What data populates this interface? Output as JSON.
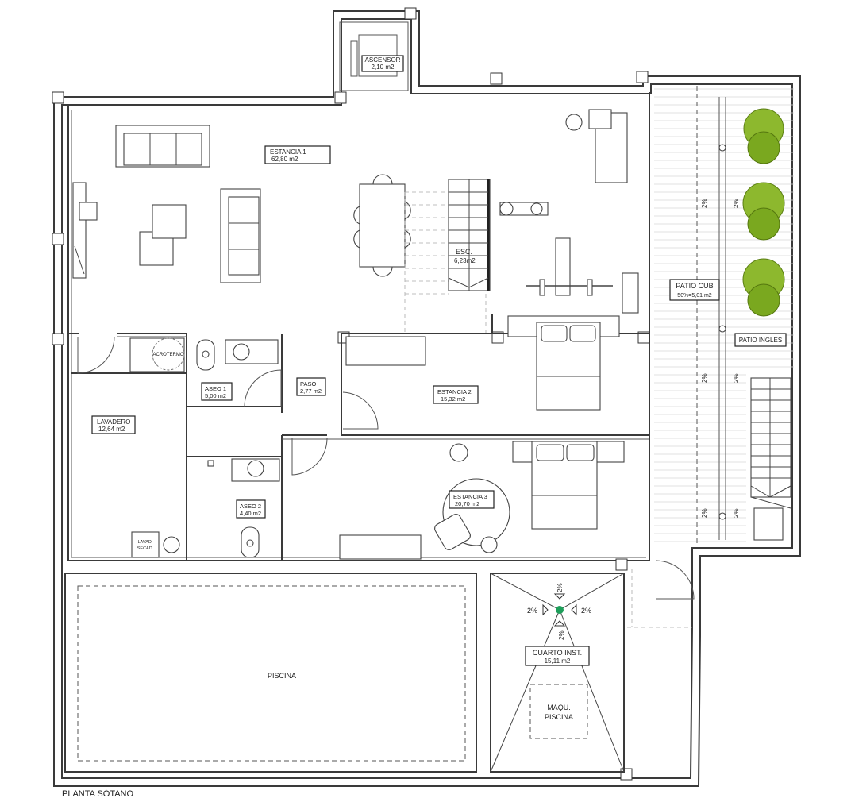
{
  "plan": {
    "title": "PLANTA SÓTANO",
    "accent_colors": {
      "vegetation": "#8db82e",
      "drain": "#1e9e5a",
      "lines": "#3a3a3a"
    }
  },
  "rooms": {
    "ascensor": {
      "name": "ASCENSOR",
      "area": "2,10 m2"
    },
    "estancia1": {
      "name": "ESTANCIA 1",
      "area": "62,80 m2"
    },
    "escalera": {
      "name": "ESC.",
      "area": "6,23m2"
    },
    "patio_cub": {
      "name": "PATIO CUB",
      "area": "50%=5,01 m2"
    },
    "patio_ingles": {
      "name": "PATIO INGLES"
    },
    "aseo1": {
      "name": "ASEO 1",
      "area": "5,00 m2"
    },
    "paso": {
      "name": "PASO",
      "area": "2,77 m2"
    },
    "estancia2": {
      "name": "ESTANCIA 2",
      "area": "15,32 m2"
    },
    "lavadero": {
      "name": "LAVADERO",
      "area": "12,64 m2"
    },
    "aseo2": {
      "name": "ASEO 2",
      "area": "4,40 m2"
    },
    "estancia3": {
      "name": "ESTANCIA 3",
      "area": "20,70 m2"
    },
    "cuarto_inst": {
      "name": "CUARTO INST.",
      "area": "15,11 m2"
    },
    "piscina": {
      "name": "PISCINA"
    },
    "maqu_piscina": {
      "line1": "MAQU.",
      "line2": "PISCINA"
    }
  },
  "fixtures": {
    "termo": "ACROTERMO",
    "lavad_line1": "LAVAD.",
    "lavad_line2": "SECAD."
  },
  "slopes": {
    "value": "2%"
  }
}
